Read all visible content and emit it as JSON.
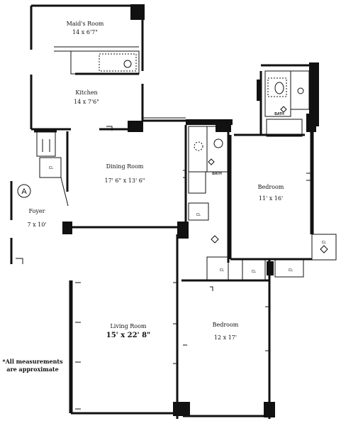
{
  "rooms": {
    "maids_room": {
      "name": "Maid's Room",
      "dims": "14 x 6'7\""
    },
    "kitchen": {
      "name": "Kitchen",
      "dims": "14 x 7'6\""
    },
    "dining_room": {
      "name": "Dining Room",
      "dims": "17' 6\" x 13' 6\""
    },
    "foyer": {
      "name": "Foyer",
      "dims": "7 x 10'"
    },
    "living_room": {
      "name": "Living Room",
      "dims": "15' x 22' 8\""
    },
    "bedroom_right": {
      "name": "Bedroom",
      "dims": "11' x 16'"
    },
    "bedroom_lower": {
      "name": "Bedroom",
      "dims": "12 x 17'"
    }
  },
  "labels": {
    "bath_upper": "BATH",
    "bath_middle": "BATH",
    "cl_foyer": "CL",
    "cl_hall": "CL",
    "cl_right": "CL",
    "cl_a": "CL",
    "cl_b": "CL",
    "cl_c": "CL",
    "entry_marker": "A"
  },
  "note": {
    "line1": "*All measurements",
    "line2": "are approximate"
  }
}
